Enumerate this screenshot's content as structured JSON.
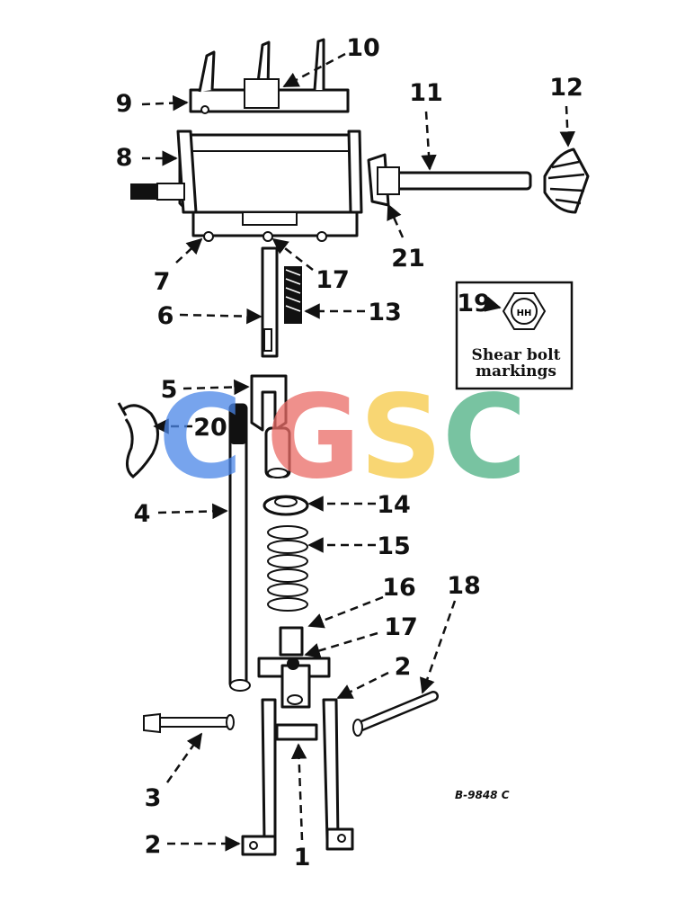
{
  "diagram": {
    "callouts": [
      "1",
      "2",
      "2",
      "3",
      "4",
      "5",
      "6",
      "7",
      "8",
      "9",
      "10",
      "11",
      "12",
      "13",
      "14",
      "15",
      "16",
      "17",
      "17",
      "18",
      "19",
      "20",
      "21"
    ],
    "legend": {
      "callout": "19",
      "bolt_marking": "HH",
      "line1": "Shear bolt",
      "line2": "markings"
    },
    "drawing_number": "B-9848 C",
    "watermark": {
      "letters": [
        "C",
        "G",
        "S",
        "C"
      ],
      "colors": [
        "#4a86e8",
        "#ea6b66",
        "#f6c945",
        "#4caf82"
      ]
    }
  }
}
